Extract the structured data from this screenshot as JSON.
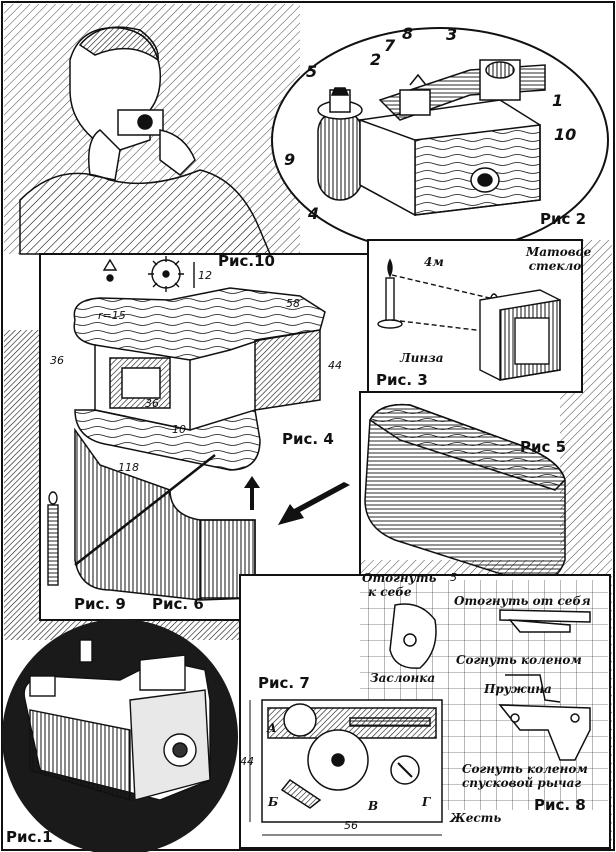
{
  "figures": {
    "fig1": "Рис.1",
    "fig2": "Рис 2",
    "fig3": "Рис. 3",
    "fig4": "Рис. 4",
    "fig5": "Рис 5",
    "fig6": "Рис. 6",
    "fig7": "Рис. 7",
    "fig8": "Рис. 8",
    "fig9": "Рис. 9",
    "fig10": "Рис.10"
  },
  "fig2_parts": [
    "1",
    "2",
    "3",
    "4",
    "5",
    "7",
    "8",
    "9",
    "10"
  ],
  "fig3_labels": {
    "distance": "4м",
    "matte_glass_1": "Матовое",
    "matte_glass_2": "стекло",
    "lens": "Линза"
  },
  "fig4_dims": {
    "width": "58",
    "height_right": "44",
    "height_left": "36",
    "inner_36": "36",
    "inner_10": "10",
    "length": "118",
    "radius": "r=15"
  },
  "fig10_dim": "12",
  "fig8_labels": {
    "bend_to_self_1": "Отогнуть",
    "bend_to_self_2": "к себе",
    "dim_5": "5",
    "bend_from_self": "Отогнуть от себя",
    "shutter": "Заслонка",
    "bend_knee": "Согнуть коленом",
    "spring": "Пружина",
    "bend_knee_2": "Согнуть коленом",
    "trigger": "спусковой рычаг"
  },
  "fig7_labels": {
    "a": "А",
    "b": "Б",
    "v": "В",
    "g": "Г",
    "height": "44",
    "width": "56",
    "tin": "Жесть"
  },
  "colors": {
    "ink": "#111111",
    "paper": "#ffffff",
    "photo_bg": "#1a1a1a"
  }
}
